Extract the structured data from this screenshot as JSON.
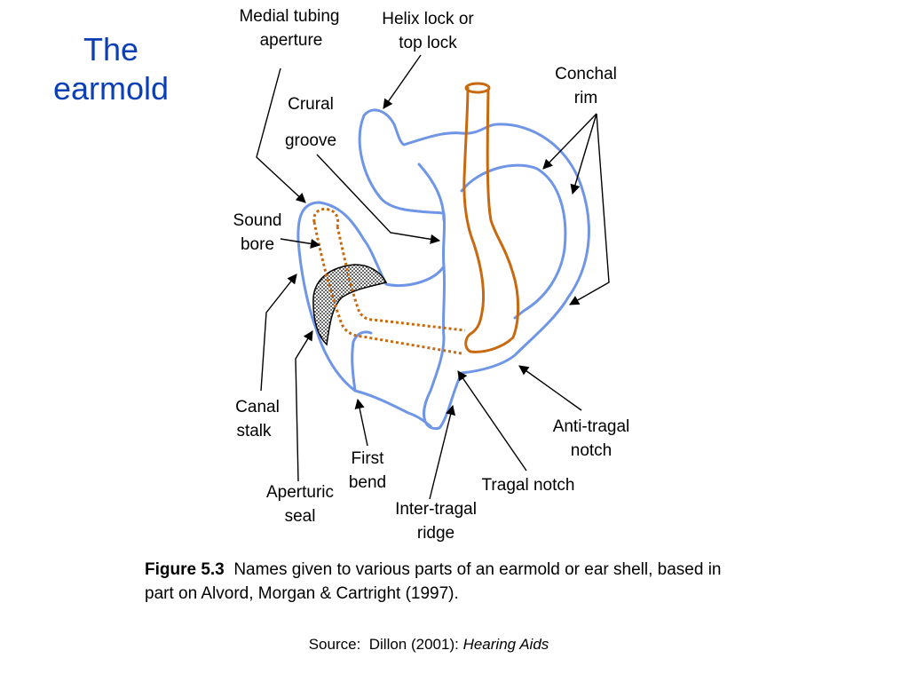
{
  "title": {
    "line1": "The",
    "line2": "earmold"
  },
  "labels": {
    "medial_tubing": [
      "Medial tubing",
      "aperture"
    ],
    "helix_lock": [
      "Helix lock or",
      "top lock"
    ],
    "conchal_rim": [
      "Conchal",
      "rim"
    ],
    "crural_groove": [
      "Crural",
      "groove"
    ],
    "sound_bore": [
      "Sound",
      "bore"
    ],
    "canal_stalk": [
      "Canal",
      "stalk"
    ],
    "first_bend": [
      "First",
      "bend"
    ],
    "aperturic_seal": [
      "Aperturic",
      "seal"
    ],
    "inter_tragal_ridge": [
      "Inter-tragal",
      "ridge"
    ],
    "tragal_notch": "Tragal notch",
    "anti_tragal_notch": [
      "Anti-tragal",
      "notch"
    ]
  },
  "caption": {
    "figure": "Figure 5.3",
    "text": "Names given to various parts of an earmold or ear shell, based in part on Alvord, Morgan & Cartright (1997)."
  },
  "source": {
    "prefix": "Source:  Dillon (2001): ",
    "book": "Hearing Aids"
  },
  "colors": {
    "outline": "#6f96e6",
    "tubing": "#c8690f",
    "title": "#0b3fb3"
  }
}
